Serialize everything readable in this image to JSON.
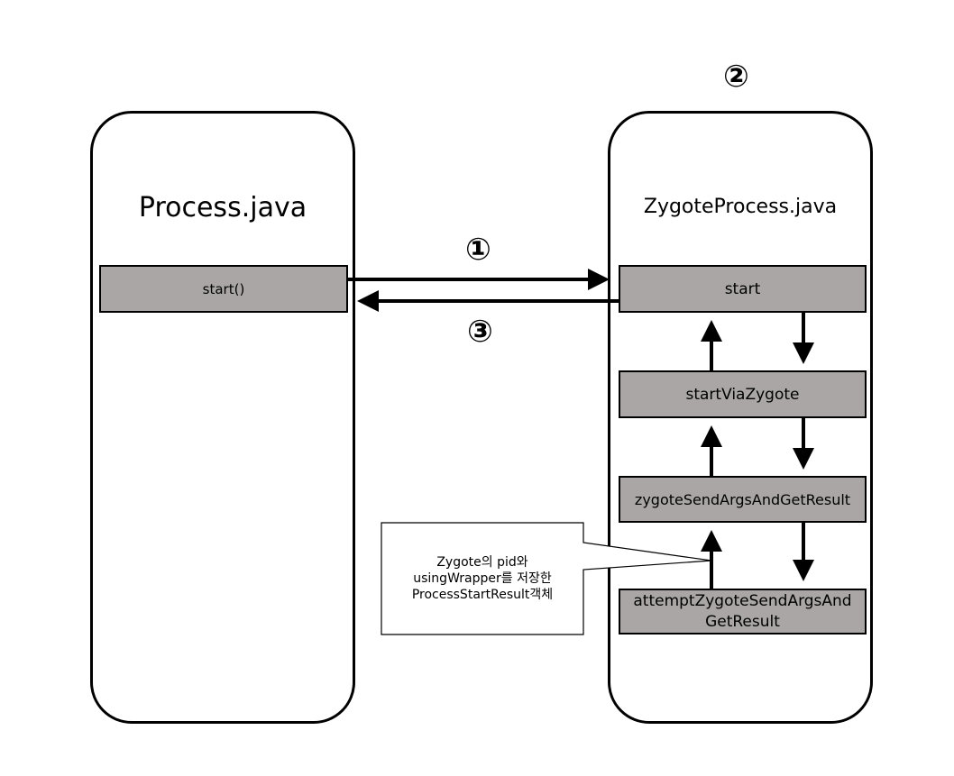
{
  "markers": {
    "step1": "①",
    "step2": "②",
    "step3": "③"
  },
  "process": {
    "title": "Process.java",
    "method": "start()"
  },
  "zygote_process": {
    "title": "ZygoteProcess.java",
    "methods": [
      "start",
      "startViaZygote",
      "zygoteSendArgsAndGetResult",
      "attemptZygoteSendArgsAndGetResult"
    ]
  },
  "note": {
    "line1": "Zygote의 pid와",
    "line2": "usingWrapper를 저장한",
    "line3": "ProcessStartResult객체"
  },
  "colors": {
    "box_fill": "#aaa6a6",
    "stroke": "#000000"
  }
}
